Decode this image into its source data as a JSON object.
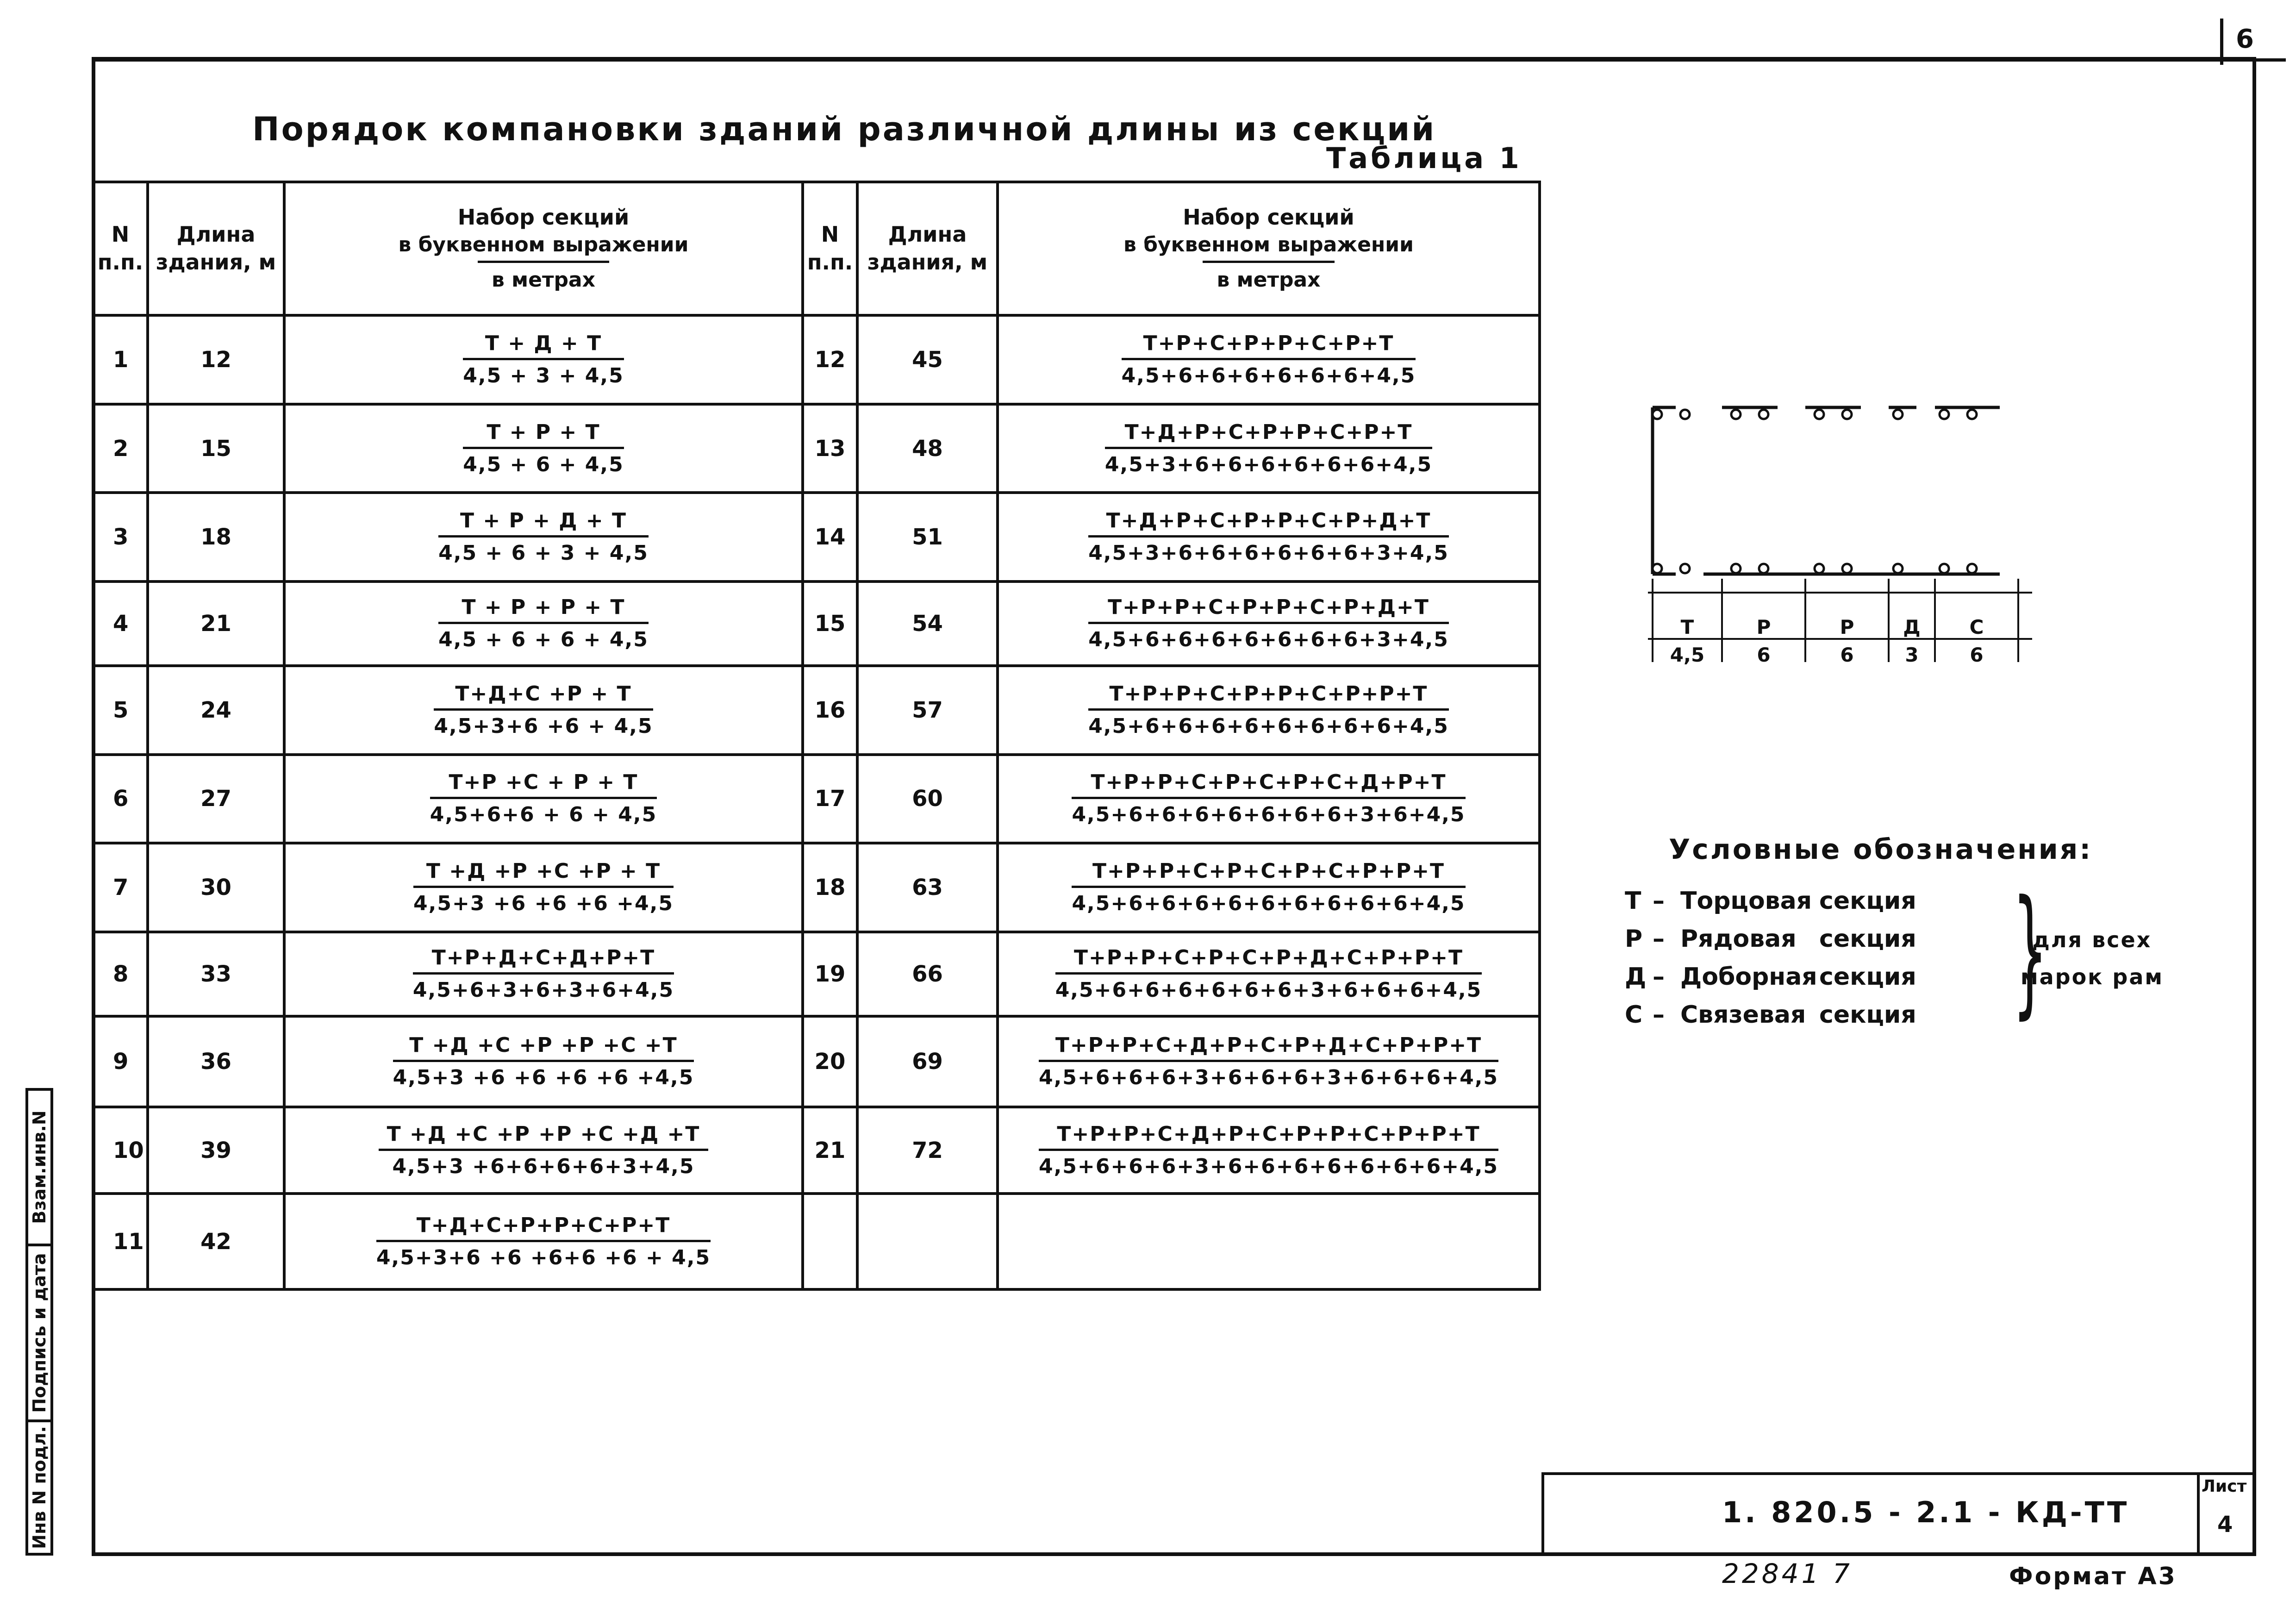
{
  "page_number": "6",
  "title": "Порядок компановки зданий различной длины из секций",
  "table_label": "Таблица 1",
  "table": {
    "headers": {
      "num": "N п.п.",
      "length": "Длина здания, м",
      "set_title": "Набор секций",
      "set_letters": "в буквенном выражении",
      "set_meters": "в метрах"
    },
    "left_rows": [
      {
        "n": "1",
        "len": "12",
        "letters": "Т + Д + Т",
        "meters": "4,5 + 3 + 4,5"
      },
      {
        "n": "2",
        "len": "15",
        "letters": "Т + Р + Т",
        "meters": "4,5 + 6 + 4,5"
      },
      {
        "n": "3",
        "len": "18",
        "letters": "Т + Р + Д + Т",
        "meters": "4,5 + 6 + 3 + 4,5"
      },
      {
        "n": "4",
        "len": "21",
        "letters": "Т + Р + Р + Т",
        "meters": "4,5 + 6 + 6 + 4,5"
      },
      {
        "n": "5",
        "len": "24",
        "letters": "Т+Д+С +Р + Т",
        "meters": "4,5+3+6 +6 + 4,5"
      },
      {
        "n": "6",
        "len": "27",
        "letters": "Т+Р +С + Р + Т",
        "meters": "4,5+6+6 + 6 + 4,5"
      },
      {
        "n": "7",
        "len": "30",
        "letters": "Т +Д +Р +С +Р + Т",
        "meters": "4,5+3 +6 +6 +6 +4,5"
      },
      {
        "n": "8",
        "len": "33",
        "letters": "Т+Р+Д+С+Д+Р+Т",
        "meters": "4,5+6+3+6+3+6+4,5"
      },
      {
        "n": "9",
        "len": "36",
        "letters": "Т +Д +С +Р +Р +С +Т",
        "meters": "4,5+3 +6 +6 +6 +6 +4,5"
      },
      {
        "n": "10",
        "len": "39",
        "letters": "Т +Д +С +Р +Р +С +Д +Т",
        "meters": "4,5+3 +6+6+6+6+3+4,5"
      },
      {
        "n": "11",
        "len": "42",
        "letters": "Т+Д+С+Р+Р+С+Р+Т",
        "meters": "4,5+3+6 +6 +6+6 +6 + 4,5"
      }
    ],
    "right_rows": [
      {
        "n": "12",
        "len": "45",
        "letters": "Т+Р+С+Р+Р+С+Р+Т",
        "meters": "4,5+6+6+6+6+6+6+4,5"
      },
      {
        "n": "13",
        "len": "48",
        "letters": "Т+Д+Р+С+Р+Р+С+Р+Т",
        "meters": "4,5+3+6+6+6+6+6+6+4,5"
      },
      {
        "n": "14",
        "len": "51",
        "letters": "Т+Д+Р+С+Р+Р+С+Р+Д+Т",
        "meters": "4,5+3+6+6+6+6+6+6+3+4,5"
      },
      {
        "n": "15",
        "len": "54",
        "letters": "Т+Р+Р+С+Р+Р+С+Р+Д+Т",
        "meters": "4,5+6+6+6+6+6+6+6+3+4,5"
      },
      {
        "n": "16",
        "len": "57",
        "letters": "Т+Р+Р+С+Р+Р+С+Р+Р+Т",
        "meters": "4,5+6+6+6+6+6+6+6+6+4,5"
      },
      {
        "n": "17",
        "len": "60",
        "letters": "Т+Р+Р+С+Р+С+Р+С+Д+Р+Т",
        "meters": "4,5+6+6+6+6+6+6+6+3+6+4,5"
      },
      {
        "n": "18",
        "len": "63",
        "letters": "Т+Р+Р+С+Р+С+Р+С+Р+Р+Т",
        "meters": "4,5+6+6+6+6+6+6+6+6+6+4,5"
      },
      {
        "n": "19",
        "len": "66",
        "letters": "Т+Р+Р+С+Р+С+Р+Д+С+Р+Р+Т",
        "meters": "4,5+6+6+6+6+6+6+3+6+6+6+4,5"
      },
      {
        "n": "20",
        "len": "69",
        "letters": "Т+Р+Р+С+Д+Р+С+Р+Д+С+Р+Р+Т",
        "meters": "4,5+6+6+6+3+6+6+6+3+6+6+6+4,5"
      },
      {
        "n": "21",
        "len": "72",
        "letters": "Т+Р+Р+С+Д+Р+С+Р+Р+С+Р+Р+Т",
        "meters": "4,5+6+6+6+3+6+6+6+6+6+6+6+4,5"
      }
    ]
  },
  "diagram": {
    "sections": [
      "Т",
      "Р",
      "Р",
      "Д",
      "С"
    ],
    "sizes": [
      "4,5",
      "6",
      "6",
      "3",
      "6"
    ]
  },
  "legend": {
    "title": "Условные обозначения:",
    "items": [
      {
        "key": "Т",
        "dash": "–",
        "word1": "Торцовая",
        "word2": "секция"
      },
      {
        "key": "Р",
        "dash": "–",
        "word1": "Рядовая",
        "word2": "секция"
      },
      {
        "key": "Д",
        "dash": "–",
        "word1": "Доборная",
        "word2": "секция"
      },
      {
        "key": "С",
        "dash": "–",
        "word1": "Связевая",
        "word2": "секция"
      }
    ],
    "note_line1": "для всех",
    "note_line2": "марок рам"
  },
  "sidebar": {
    "cell1": "Взам.инв.N",
    "cell2": "Подпись и дата",
    "cell3": "Инв N подл."
  },
  "stamp": {
    "code": "1. 820.5 - 2.1 - КД-ТТ",
    "sheet_label": "Лист",
    "sheet_num": "4",
    "inventory": "22841  7",
    "format": "Формат А3"
  }
}
